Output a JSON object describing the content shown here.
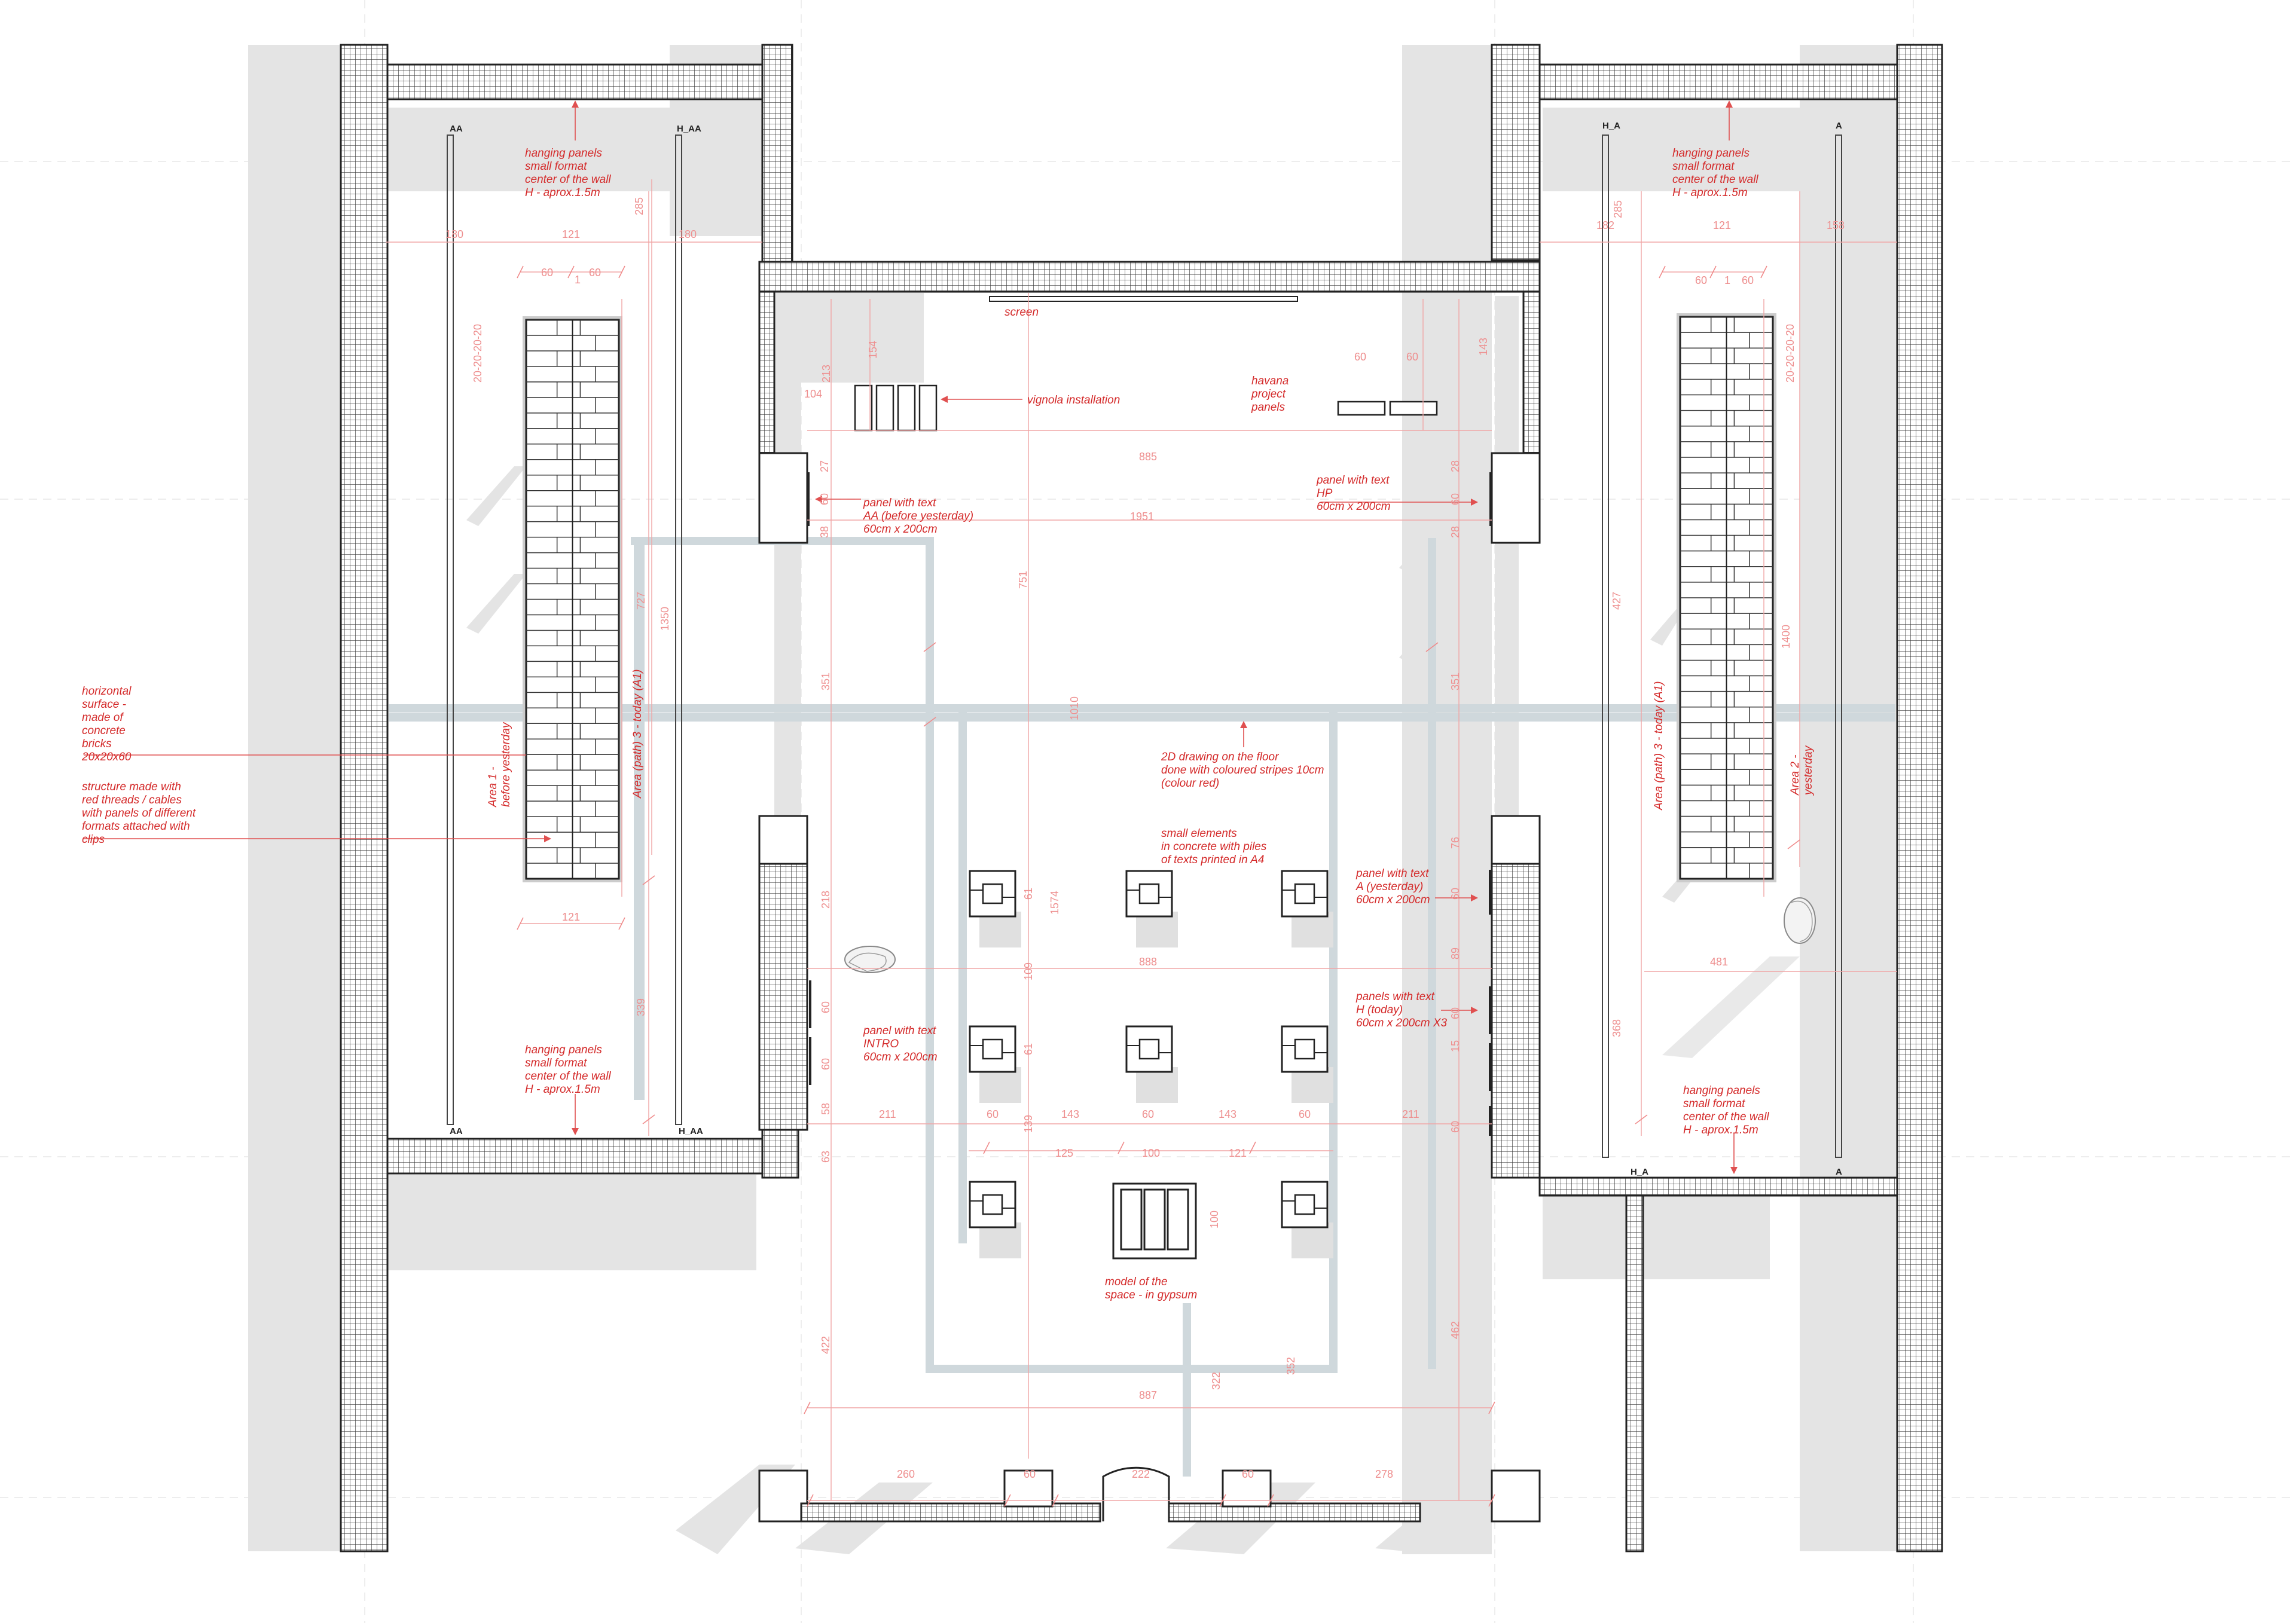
{
  "annotations": {
    "hanging_panels_tl": [
      "hanging panels",
      "small format",
      "center of the wall",
      "H - aprox.1.5m"
    ],
    "hanging_panels_tr": [
      "hanging panels",
      "small format",
      "center of the wall",
      "H - aprox.1.5m"
    ],
    "hanging_panels_bl": [
      "hanging panels",
      "small format",
      "center of the wall",
      "H - aprox.1.5m"
    ],
    "hanging_panels_br": [
      "hanging panels",
      "small format",
      "center of the wall",
      "H - aprox.1.5m"
    ],
    "screen": "screen",
    "vignola": "vignola installation",
    "havana": [
      "havana",
      "project",
      "panels"
    ],
    "panel_aa": [
      "panel with text",
      "AA (before yesterday)",
      "60cm x 200cm"
    ],
    "panel_hp": [
      "panel with text",
      "HP",
      "60cm x 200cm"
    ],
    "horizontal_surface": [
      "horizontal",
      "surface -",
      "made of",
      "concrete",
      "bricks",
      "20x20x60"
    ],
    "structure": [
      "structure made with",
      "red threads / cables",
      "with panels of different",
      "formats attached with",
      "clips"
    ],
    "floor_drawing": [
      "2D drawing on the floor",
      "done with coloured stripes 10cm",
      "(colour red)"
    ],
    "small_elements": [
      "small elements",
      "in concrete with piles",
      "of texts printed in A4"
    ],
    "panel_a": [
      "panel with text",
      "A (yesterday)",
      "60cm x 200cm"
    ],
    "panel_h": [
      "panels with text",
      "H (today)",
      "60cm x 200cm X3"
    ],
    "panel_intro": [
      "panel with text",
      "INTRO",
      "60cm x 200cm"
    ],
    "model": [
      "model of the",
      "space - in gypsum"
    ],
    "area1": [
      "Area 1 -",
      "before yesterday"
    ],
    "area3_left": "Area (path) 3 - today (A1)",
    "area3_right": "Area (path) 3 - today (A1)",
    "area2": [
      "Area 2 -",
      "yesterday"
    ]
  },
  "section_tags": {
    "aa_top": "AA",
    "haa_top": "H_AA",
    "aa_bottom": "AA",
    "haa_bottom": "H_AA",
    "ha_top": "H_A",
    "a_top": "A",
    "ha_bottom": "H_A",
    "a_bottom": "A"
  },
  "dimensions": {
    "d180_l": "180",
    "d121_lt": "121",
    "d285_l": "285",
    "d180_l2": "180",
    "d60_l1": "60",
    "d1_l": "1",
    "d60_l2": "60",
    "d20_l": "20-20-20-20",
    "d727": "727",
    "d1350": "1350",
    "d121_lb": "121",
    "d339": "339",
    "d213": "213",
    "d154": "154",
    "d104": "104",
    "d885": "885",
    "d1951": "1951",
    "d60_c1": "60",
    "d60_c2": "60",
    "d143_r": "143",
    "d28_r": "28",
    "d60_r1": "60",
    "d28_r2": "28",
    "d27_c": "27",
    "d60_c3": "60",
    "d38_c": "38",
    "d751": "751",
    "d351_l": "351",
    "d351_r": "351",
    "d1010": "1010",
    "d218": "218",
    "d61_a": "61",
    "d1574": "1574",
    "d109": "109",
    "d888": "888",
    "d60_il": "60",
    "d60_il2": "60",
    "d58_il": "58",
    "d63_il": "63",
    "d61_b": "61",
    "d211_l": "211",
    "d60_m1": "60",
    "d143_m1": "143",
    "d60_m2": "60",
    "d143_m2": "143",
    "d60_m3": "60",
    "d211_r": "211",
    "d139": "139",
    "d125": "125",
    "d100_h": "100",
    "d121_m": "121",
    "d100_v": "100",
    "d76_r": "76",
    "d60_rr1": "60",
    "d89_r": "89",
    "d60_rr2": "60",
    "d15_r": "15",
    "d60_rr3": "60",
    "d422": "422",
    "d322": "322",
    "d352": "352",
    "d462": "462",
    "d887": "887",
    "d260": "260",
    "d60_bt1": "60",
    "d222": "222",
    "d60_bt2": "60",
    "d278": "278",
    "d182_r": "182",
    "d121_rt": "121",
    "d285_r": "285",
    "d158_r": "158",
    "d60_r3": "60",
    "d1_r": "1",
    "d60_r4": "60",
    "d20_r": "20-20-20-20",
    "d1400": "1400",
    "d427": "427",
    "d481": "481",
    "d368": "368"
  },
  "colors": {
    "annotation": "#d42a2a",
    "dimension": "#ee8f8f",
    "wall": "#222222",
    "stripe": "#cfd8dc",
    "shadow": "#e4e4e4"
  }
}
